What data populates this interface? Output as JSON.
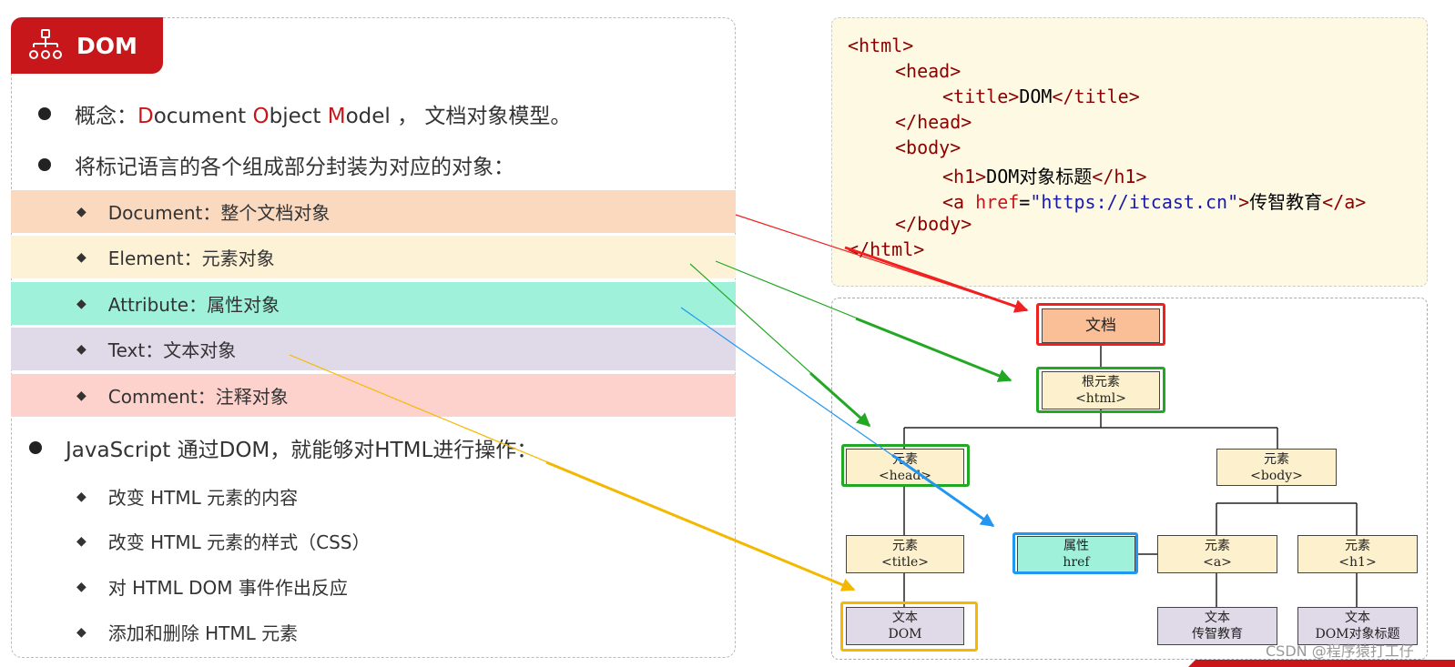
{
  "slide": {
    "title": "DOM",
    "bullets": {
      "b1": {
        "prefix": "概念：",
        "d": "D",
        "ocument": "ocument ",
        "o": "O",
        "bject": "bject ",
        "m": "M",
        "odel": "odel ，",
        "rest": "文档对象模型。"
      },
      "b2": "将标记语言的各个组成部分封装为对应的对象：",
      "b3": "JavaScript 通过DOM，就能够对HTML进行操作："
    },
    "objects": [
      {
        "label": "Document：整个文档对象",
        "color": "#fbd9bf"
      },
      {
        "label": "Element：元素对象",
        "color": "#fdf2d6"
      },
      {
        "label": "Attribute：属性对象",
        "color": "#9ff2d9"
      },
      {
        "label": "Text：文本对象",
        "color": "#dfd9e8"
      },
      {
        "label": "Comment：注释对象",
        "color": "#fdd2cc"
      }
    ],
    "operations": [
      "改变 HTML 元素的内容",
      "改变 HTML 元素的样式（CSS）",
      "对 HTML DOM 事件作出反应",
      "添加和删除 HTML 元素"
    ]
  },
  "code": {
    "l1": {
      "t": "<html>"
    },
    "l2": {
      "t": "<head>"
    },
    "l3": {
      "o": "<title>",
      "txt": "DOM",
      "c": "</title>"
    },
    "l4": {
      "t": "</head>"
    },
    "l5": {
      "t": "<body>"
    },
    "l6": {
      "o": "<h1>",
      "txt": "DOM对象标题",
      "c": "</h1>"
    },
    "l7": {
      "o": "<a ",
      "attr": "href",
      "eq": "=",
      "val": "\"https://itcast.cn\"",
      "gt": ">",
      "txt": "传智教育",
      "c": "</a>"
    },
    "l8": {
      "t": "</body>"
    },
    "l9": {
      "t": "</html>"
    }
  },
  "tree": {
    "doc": {
      "l1": "文档"
    },
    "root": {
      "l1": "根元素",
      "l2": "<html>"
    },
    "head": {
      "l1": "元素",
      "l2": "<head>"
    },
    "body": {
      "l1": "元素",
      "l2": "<body>"
    },
    "title": {
      "l1": "元素",
      "l2": "<title>"
    },
    "attr": {
      "l1": "属性",
      "l2": "href"
    },
    "a": {
      "l1": "元素",
      "l2": "<a>"
    },
    "h1": {
      "l1": "元素",
      "l2": "<h1>"
    },
    "text_dom": {
      "l1": "文本",
      "l2": "DOM"
    },
    "text_itcast": {
      "l1": "文本",
      "l2": "传智教育"
    },
    "text_h1": {
      "l1": "文本",
      "l2": "DOM对象标题"
    }
  },
  "colors": {
    "red": "#f02020",
    "green": "#22a822",
    "blue": "#2196f3",
    "yellow": "#f5b800",
    "brand": "#c8171b"
  },
  "watermark": "CSDN @程序猿打工仔"
}
